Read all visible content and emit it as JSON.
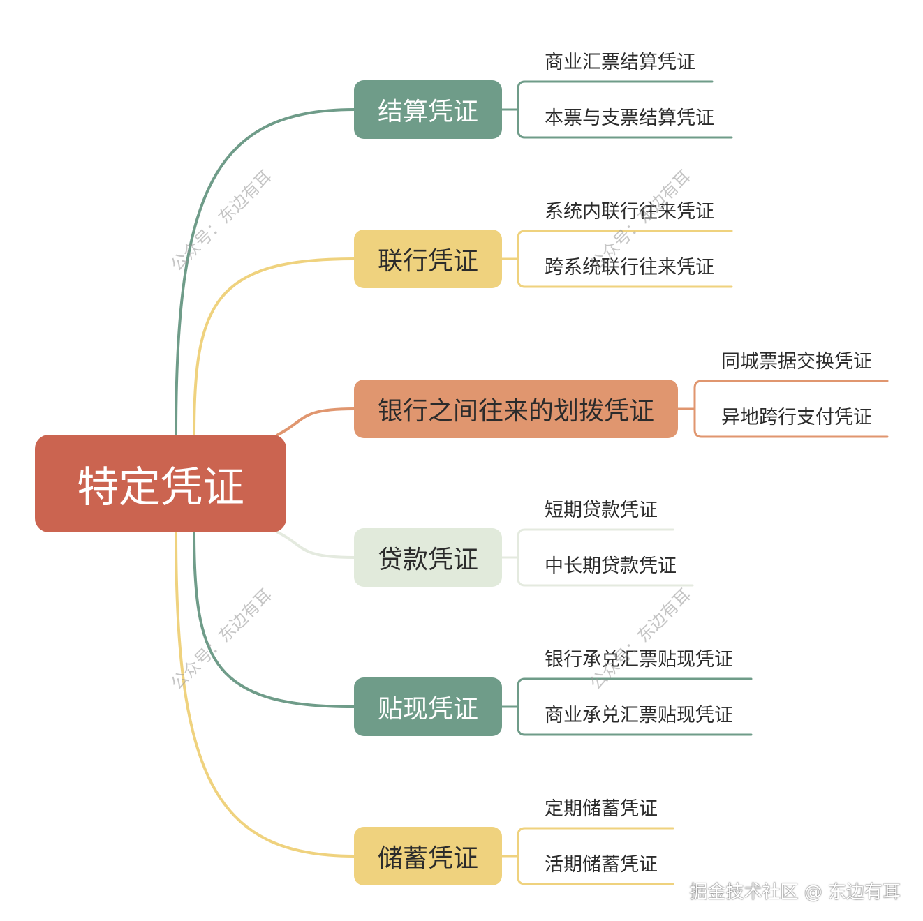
{
  "diagram": {
    "root": {
      "label": "特定凭证",
      "color": "#cb6450"
    },
    "branches": [
      {
        "label": "结算凭证",
        "fill": "#6f9c89",
        "text_color": "#ffffff",
        "line": "#6f9c89",
        "children": [
          "商业汇票结算凭证",
          "本票与支票结算凭证"
        ]
      },
      {
        "label": "联行凭证",
        "fill": "#efd27e",
        "text_color": "#2b2b2b",
        "line": "#efd27e",
        "children": [
          "系统内联行往来凭证",
          "跨系统联行往来凭证"
        ]
      },
      {
        "label": "银行之间往来的划拨凭证",
        "fill": "#e0966f",
        "text_color": "#2b2b2b",
        "line": "#e0966f",
        "children": [
          "同城票据交换凭证",
          "异地跨行支付凭证"
        ]
      },
      {
        "label": "贷款凭证",
        "fill": "#e1eadb",
        "text_color": "#2b2b2b",
        "line": "#e4eadf",
        "children": [
          "短期贷款凭证",
          "中长期贷款凭证"
        ]
      },
      {
        "label": "贴现凭证",
        "fill": "#6f9c89",
        "text_color": "#ffffff",
        "line": "#6f9c89",
        "children": [
          "银行承兑汇票贴现凭证",
          "商业承兑汇票贴现凭证"
        ]
      },
      {
        "label": "储蓄凭证",
        "fill": "#efd27e",
        "text_color": "#2b2b2b",
        "line": "#efd27e",
        "children": [
          "定期储蓄凭证",
          "活期储蓄凭证"
        ]
      }
    ]
  },
  "watermarks": [
    "公众号：东边有耳",
    "公众号：东边有耳",
    "公众号：东边有耳",
    "公众号：东边有耳"
  ],
  "footer": {
    "credit": "掘金技术社区 @ 东边有耳"
  }
}
